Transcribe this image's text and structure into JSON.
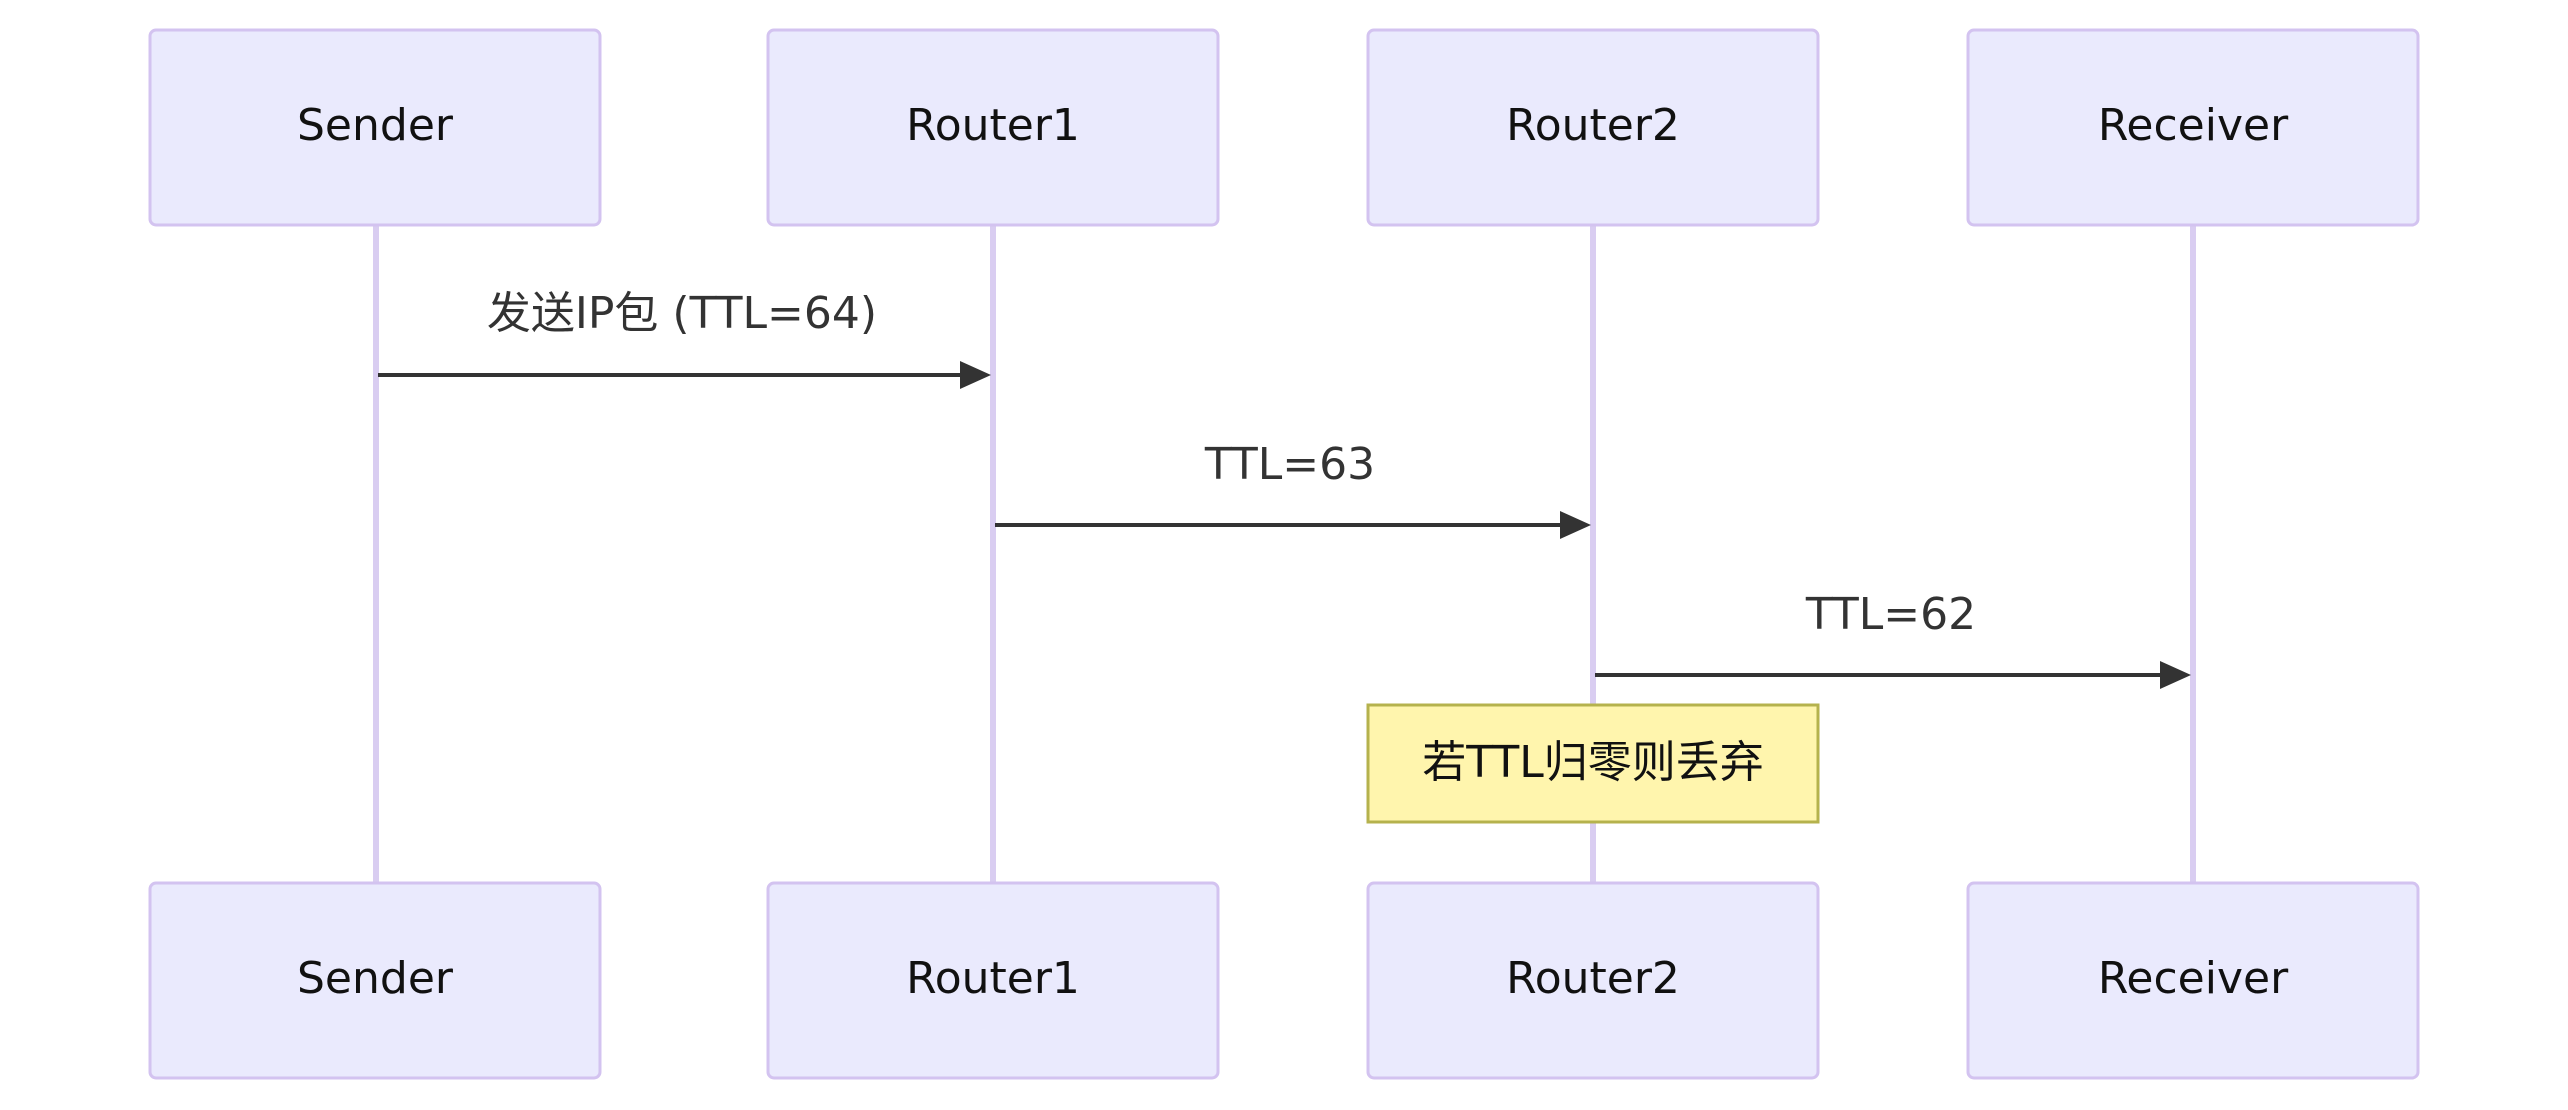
{
  "participants": [
    {
      "id": "sender",
      "label": "Sender"
    },
    {
      "id": "router1",
      "label": "Router1"
    },
    {
      "id": "router2",
      "label": "Router2"
    },
    {
      "id": "receiver",
      "label": "Receiver"
    }
  ],
  "messages": [
    {
      "from": "sender",
      "to": "router1",
      "label": "发送IP包 (TTL=64)"
    },
    {
      "from": "router1",
      "to": "router2",
      "label": "TTL=63"
    },
    {
      "from": "router2",
      "to": "receiver",
      "label": "TTL=62"
    }
  ],
  "note": {
    "over": "router2",
    "text": "若TTL归零则丢弃"
  },
  "colors": {
    "actor_fill": "#eaeafd",
    "actor_border": "#d3c3f0",
    "lifeline": "#d9cdf1",
    "message": "#333333",
    "note_fill": "#fff5ad",
    "note_border": "#b5b24d"
  }
}
